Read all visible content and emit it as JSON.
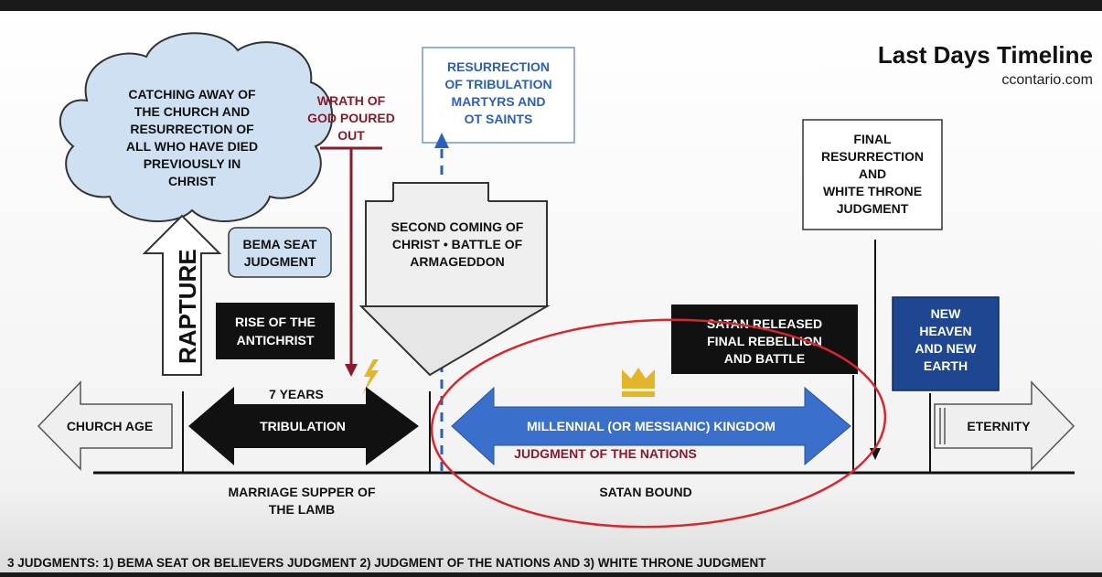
{
  "header": {
    "title": "Last Days Timeline",
    "site": "ccontario.com"
  },
  "cloud": {
    "lines": [
      "CATCHING AWAY OF",
      "THE CHURCH AND",
      "RESURRECTION OF",
      "ALL WHO HAVE DIED",
      "PREVIOUSLY IN",
      "CHRIST"
    ]
  },
  "rapture": {
    "label": "RAPTURE"
  },
  "bema": {
    "lines": [
      "BEMA SEAT",
      "JUDGMENT"
    ]
  },
  "wrath": {
    "lines": [
      "WRATH OF",
      "GOD POURED",
      "OUT"
    ]
  },
  "resurrection_tribulation": {
    "lines": [
      "RESURRECTION",
      "OF TRIBULATION",
      "MARTYRS AND",
      "OT SAINTS"
    ]
  },
  "second_coming": {
    "lines": [
      "SECOND COMING OF",
      "CHRIST • BATTLE OF",
      "ARMAGEDDON"
    ]
  },
  "final_resurrection": {
    "lines": [
      "FINAL",
      "RESURRECTION",
      "AND",
      "WHITE THRONE",
      "JUDGMENT"
    ]
  },
  "antichrist": {
    "lines": [
      "RISE OF THE",
      "ANTICHRIST"
    ]
  },
  "satan_released": {
    "lines": [
      "SATAN RELEASED",
      "FINAL REBELLION",
      "AND BATTLE"
    ]
  },
  "new_heaven": {
    "lines": [
      "NEW",
      "HEAVEN",
      "AND NEW",
      "EARTH"
    ]
  },
  "church_age": {
    "label": "CHURCH AGE"
  },
  "tribulation": {
    "years": "7 YEARS",
    "label": "TRIBULATION"
  },
  "millennial": {
    "label": "MILLENNIAL (OR MESSIANIC) KINGDOM",
    "sub": "JUDGMENT OF THE NATIONS"
  },
  "eternity": {
    "label": "ETERNITY"
  },
  "below_line": {
    "marriage": [
      "MARRIAGE SUPPER OF",
      "THE LAMB"
    ],
    "satan_bound": "SATAN BOUND"
  },
  "footer": "3 JUDGMENTS: 1) BEMA SEAT OR BELIEVERS JUDGMENT 2) JUDGMENT OF THE NATIONS AND 3) WHITE THRONE JUDGMENT",
  "colors": {
    "wrath": "#8b1a2b",
    "blue_text": "#2a5fc0",
    "millennial_blue": "#3a6fcc",
    "new_heaven_bg": "#1f4690",
    "cloud_fill": "#cfe0f2",
    "crown": "#e3b52a",
    "ellipse": "#d9262e"
  }
}
